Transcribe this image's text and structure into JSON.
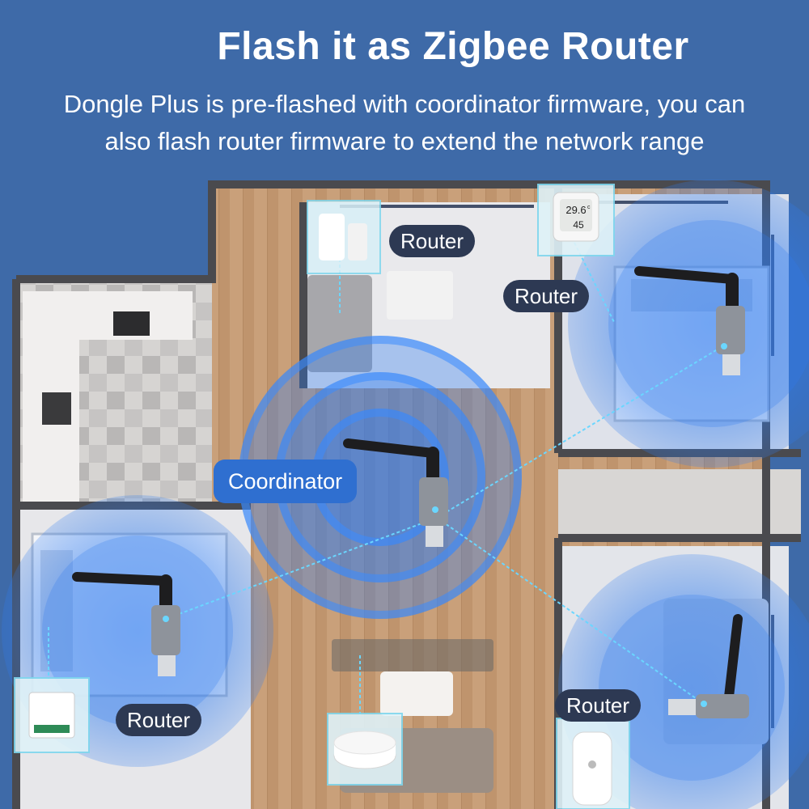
{
  "header": {
    "title": "Flash it as Zigbee Router",
    "subtitle_line1": "Dongle Plus is pre-flashed with coordinator firmware, you can",
    "subtitle_line2": "also flash router firmware to extend the network range"
  },
  "nodes": {
    "coordinator_label": "Coordinator",
    "router_label": "Router"
  },
  "devices": {
    "thermometer_temp": "29.6",
    "thermometer_unit": "c",
    "thermometer_humidity": "45"
  },
  "colors": {
    "background": "#3e6aa8",
    "signal": "#2f7cf0",
    "link_line": "#6ad6ff",
    "coordinator_badge": "#2f6fd0",
    "router_badge": "#2d3953"
  }
}
